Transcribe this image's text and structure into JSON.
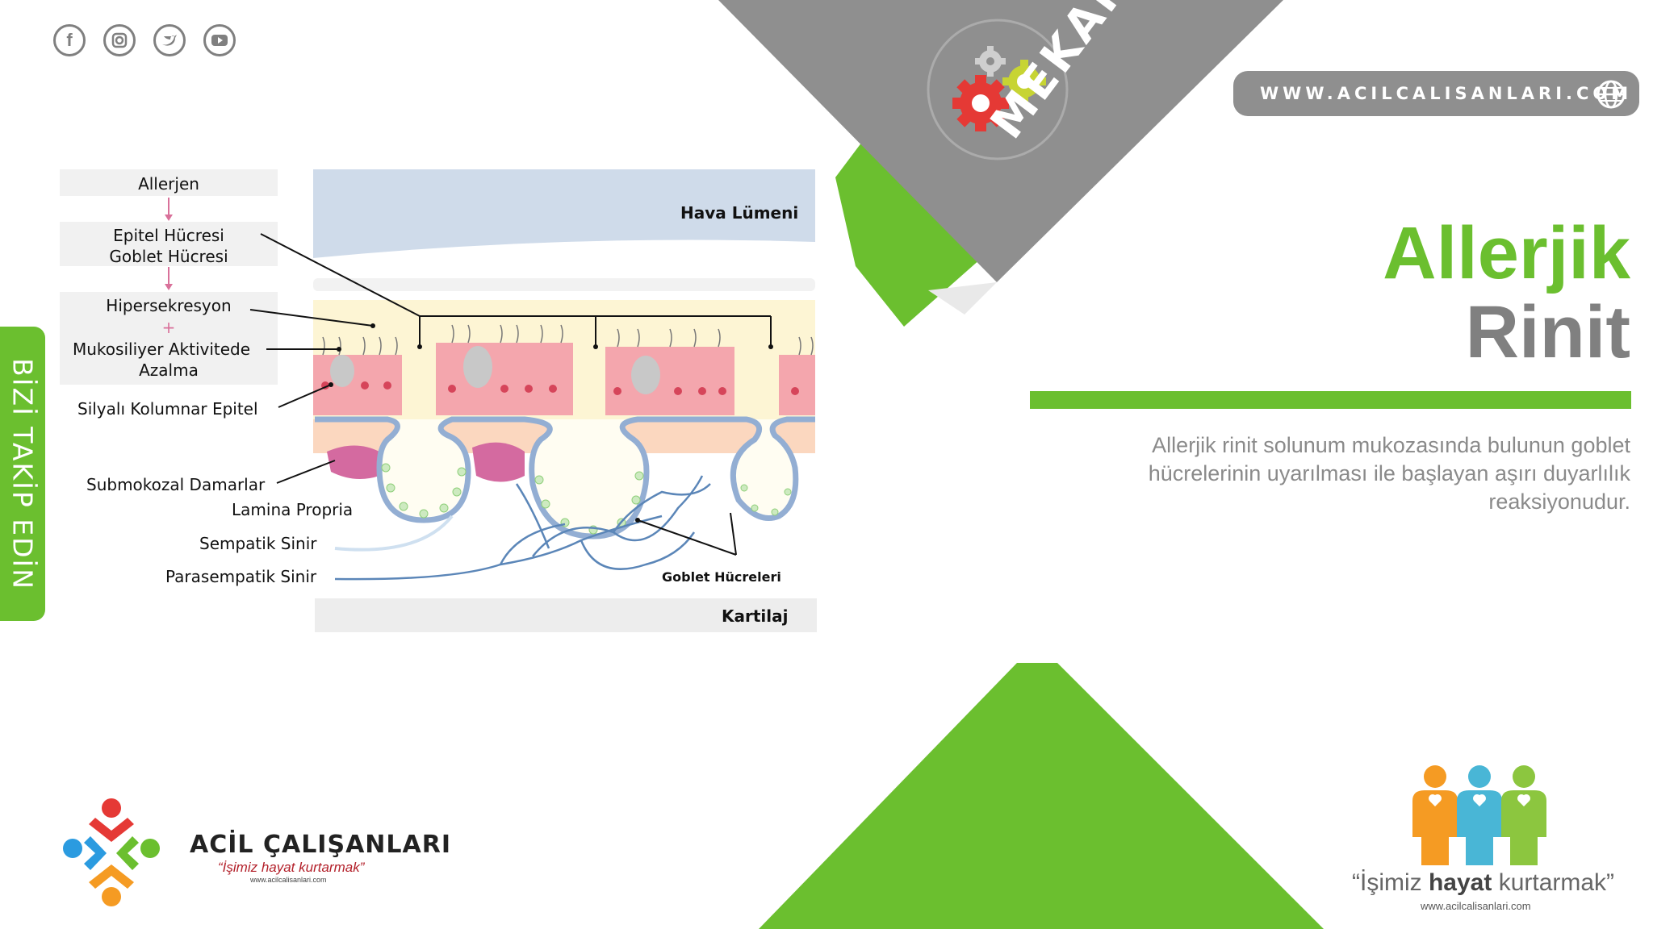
{
  "social": {
    "icons": [
      "facebook-icon",
      "instagram-icon",
      "twitter-icon",
      "youtube-icon"
    ]
  },
  "follow_tab": "BİZİ TAKİP EDİN",
  "header": {
    "section": "MEKANİZMALAR",
    "website": "WWW.ACILCALISANLARI.COM"
  },
  "title": {
    "line1": "Allerjik",
    "line2": "Rinit"
  },
  "description": "Allerjik rinit solunum mukozasında bulunun goblet hücrelerinin uyarılması ile başlayan aşırı duyarlılık reaksiyonudur.",
  "diagram": {
    "flow": {
      "step1": "Allerjen",
      "step2a": "Epitel  Hücresi",
      "step2b": "Goblet Hücresi",
      "step3": "Hipersekresyon",
      "plus": "+",
      "step4a": "Mukosiliyer Aktivitede",
      "step4b": "Azalma"
    },
    "labels": {
      "epithelium": "Silyalı Kolumnar Epitel",
      "vessels": "Submokozal Damarlar",
      "lamina": "Lamina Propria",
      "sympathetic": "Sempatik Sinir",
      "parasympathetic": "Parasempatik Sinir",
      "air_lumen": "Hava Lümeni",
      "goblet_cells": "Goblet Hücreleri",
      "cartilage": "Kartilaj"
    }
  },
  "brand": {
    "name": "ACİL ÇALIŞANLARI",
    "tagline": "“İşimiz hayat kurtarmak”",
    "url": "www.acilcalisanlari.com"
  },
  "slogan": {
    "part1": "“İşimiz ",
    "bold": "hayat",
    "part2": " kurtarmak”",
    "url": "www.acilcalisanlari.com"
  },
  "colors": {
    "accent_green": "#6bbf2f",
    "gray": "#8f8f8f",
    "text_gray": "#8a8a8a"
  }
}
